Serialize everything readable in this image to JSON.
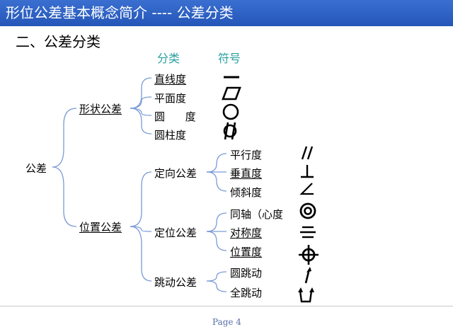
{
  "header": {
    "title": "形位公差基本概念简介  ---- 公差分类"
  },
  "section": {
    "heading": "二、公差分类"
  },
  "columns": {
    "category": "分类",
    "symbol": "符号"
  },
  "tree": {
    "root": "公差",
    "form": {
      "label": "形状公差",
      "items": [
        "直线度",
        "平面度",
        "圆      度",
        "圆柱度"
      ]
    },
    "position": {
      "label": "位置公差",
      "orientation": {
        "label": "定向公差",
        "items": [
          "平行度",
          "垂直度",
          "倾斜度"
        ]
      },
      "location": {
        "label": "定位公差",
        "items": [
          "同轴（心度",
          "对称度",
          "位置度"
        ]
      },
      "runout": {
        "label": "跳动公差",
        "items": [
          "圆跳动",
          "全跳动"
        ]
      }
    }
  },
  "symbols": [
    "straightness-icon",
    "flatness-icon",
    "circularity-icon",
    "cylindricity-icon",
    "parallelism-icon",
    "perpendicularity-icon",
    "angularity-icon",
    "concentricity-icon",
    "symmetry-icon",
    "position-icon",
    "circular-runout-icon",
    "total-runout-icon"
  ],
  "footer": {
    "page": "Page 4"
  },
  "colors": {
    "title_bar": "#2456b8",
    "column_heads": "#2aa0a0",
    "tree_lines": "#7a9cd6"
  }
}
